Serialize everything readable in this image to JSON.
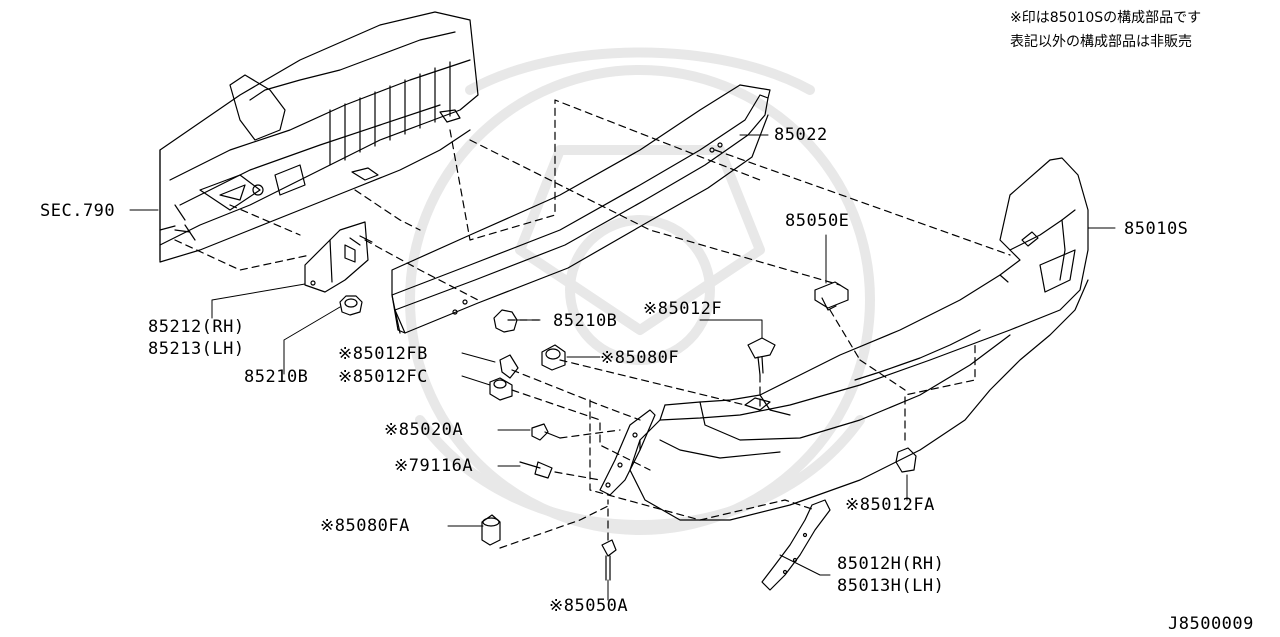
{
  "note": {
    "line1": "※印は85010Sの構成部品です",
    "line2": "表記以外の構成部品は非販売"
  },
  "labels": {
    "sec790": "SEC.790",
    "p85022": "85022",
    "p85050E": "85050E",
    "p85010S": "85010S",
    "p85012F": "※85012F",
    "p85210B_a": "85210B",
    "p85212": "85212(RH)",
    "p85213": "85213(LH)",
    "p85210B_b": "85210B",
    "p85012FB": "※85012FB",
    "p85080F": "※85080F",
    "p85012FC": "※85012FC",
    "p85020A": "※85020A",
    "p79116A": "※79116A",
    "p85012FA": "※85012FA",
    "p85080FA": "※85080FA",
    "p85012H": "85012H(RH)",
    "p85013H": "85013H(LH)",
    "p85050A": "※85050A",
    "code": "J8500009"
  },
  "colors": {
    "line": "#000000",
    "watermark": "#e6e6e6"
  }
}
